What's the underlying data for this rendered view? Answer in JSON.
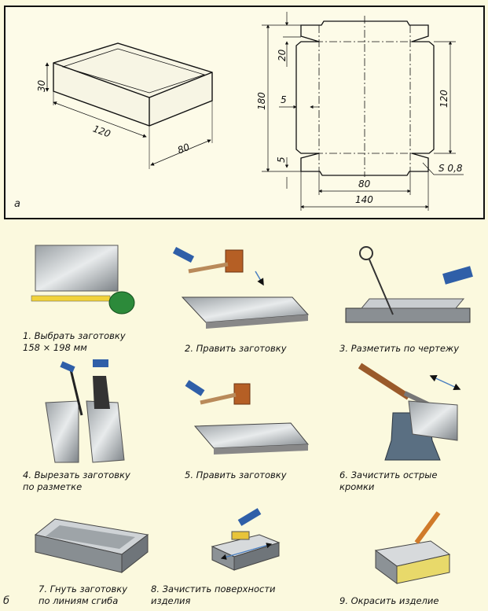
{
  "panel_a": {
    "label": "а",
    "box_dimensions": {
      "height": "30",
      "length": "120",
      "width": "80"
    },
    "unfolding_dimensions": {
      "total_height": "180",
      "flap": "20",
      "side_offset": "5",
      "bottom_offset": "5",
      "inner_height": "120",
      "inner_width": "80",
      "total_width": "140",
      "thickness": "S 0,8"
    }
  },
  "panel_b": {
    "label": "б",
    "steps": [
      {
        "line1": "1. Выбрать заготовку",
        "line2": "158 × 198 мм"
      },
      {
        "line1": "2. Править заготовку",
        "line2": ""
      },
      {
        "line1": "3. Разметить по чертежу",
        "line2": ""
      },
      {
        "line1": "4. Вырезать заготовку",
        "line2": "по разметке"
      },
      {
        "line1": "5. Править заготовку",
        "line2": ""
      },
      {
        "line1": "6. Зачистить острые",
        "line2": "кромки"
      },
      {
        "line1": "7. Гнуть заготовку",
        "line2": "по линиям сгиба"
      },
      {
        "line1": "8. Зачистить поверхности",
        "line2": "изделия"
      },
      {
        "line1": "9. Окрасить изделие",
        "line2": ""
      }
    ]
  }
}
